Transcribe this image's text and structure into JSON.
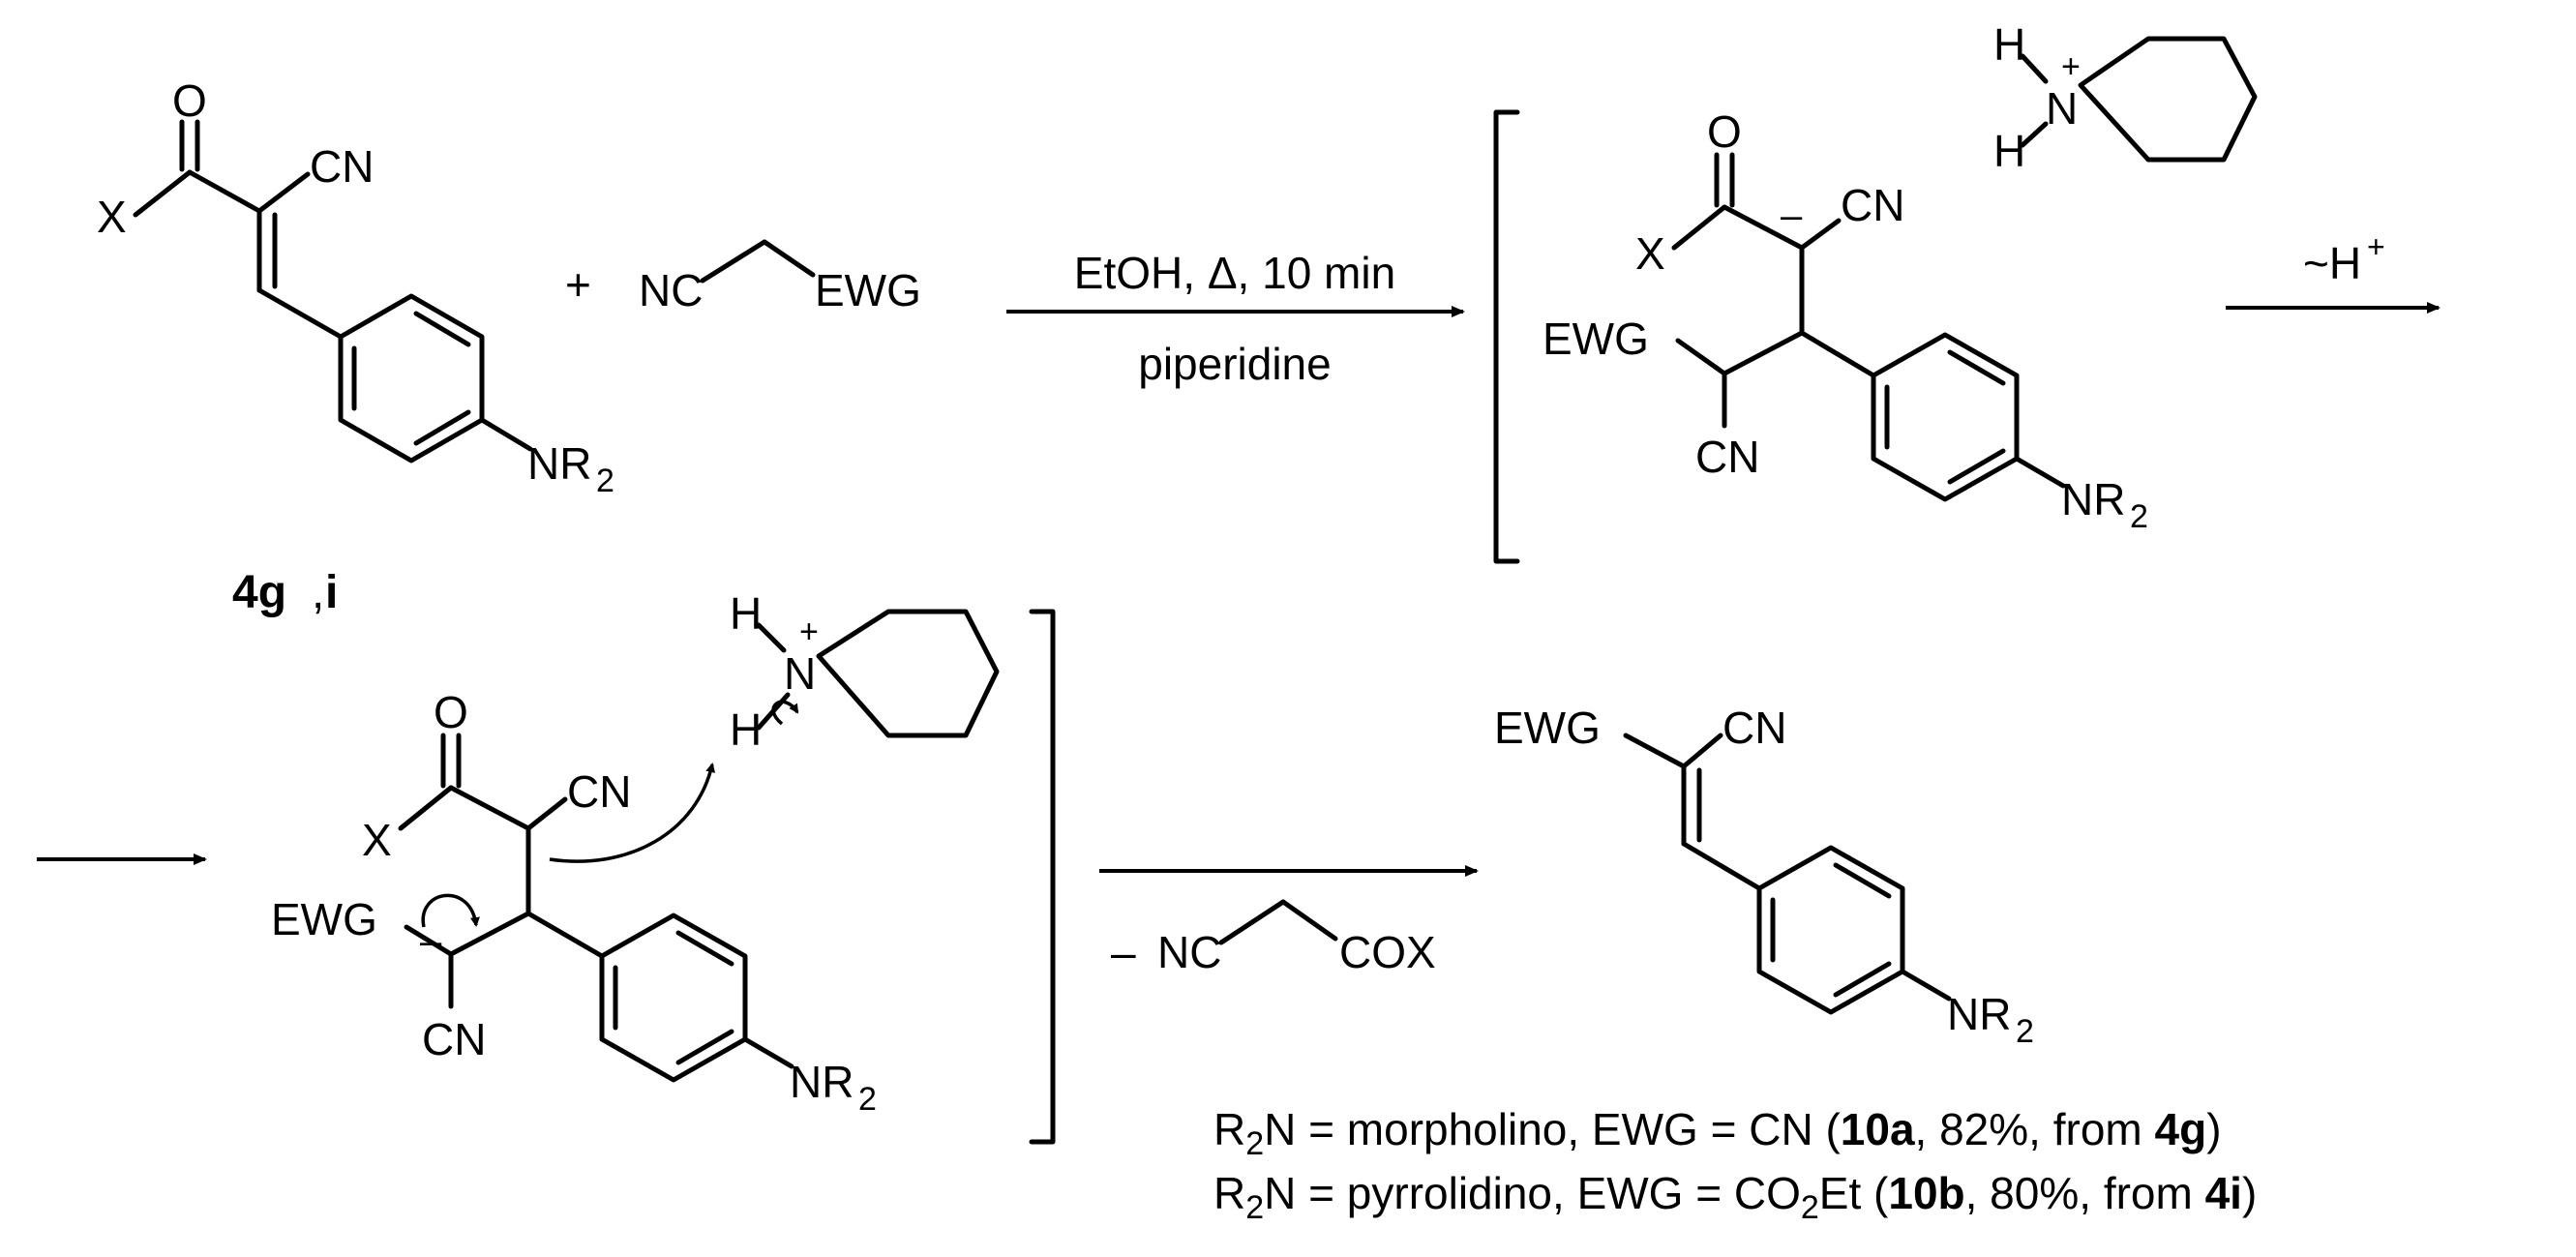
{
  "labels": {
    "reactant": {
      "X": "X",
      "O": "O",
      "CN": "CN",
      "NR": "NR",
      "sub2": "2"
    },
    "compound_id": {
      "num": "4g",
      "comma": ",",
      "letter": "i"
    },
    "plus": "+",
    "malononitrile_cn": "NC",
    "malononitrile_ewg": "EWG",
    "conditions_top": "EtOH, Δ, 10 min",
    "conditions_bottom": "piperidine",
    "intermediate1": {
      "O": "O",
      "X": "X",
      "CN1": "CN",
      "EWG": "EWG",
      "CN2": "CN",
      "NR": "NR",
      "sub2": "2",
      "minus": "–"
    },
    "piperidinium": {
      "H1": "H",
      "H2": "H",
      "N": "N",
      "plus": "+"
    },
    "proton_transfer": "~H",
    "proton_transfer_sup": "+",
    "intermediate2": {
      "O": "O",
      "X": "X",
      "CN1": "CN",
      "EWG": "EWG",
      "CN2": "CN",
      "NR": "NR",
      "sub2": "2",
      "minus": "–"
    },
    "elimination_minus": "–",
    "elimination_nc": "NC",
    "elimination_cox": "COX",
    "product": {
      "EWG": "EWG",
      "CN": "CN",
      "NR": "NR",
      "sub2": "2"
    }
  },
  "footnotes": [
    {
      "r": "R",
      "r_sub": "2",
      "eq1": "N = morpholino, EWG = CN (",
      "compound": "10a",
      "rest": ", 82%, from ",
      "source": "4g",
      "close": ")"
    },
    {
      "r": "R",
      "r_sub": "2",
      "eq1": "N = pyrrolidino, EWG = CO",
      "co_sub": "2",
      "eq2": "Et (",
      "compound": "10b",
      "rest": ", 80%, from ",
      "source": "4i",
      "close": ")"
    }
  ]
}
